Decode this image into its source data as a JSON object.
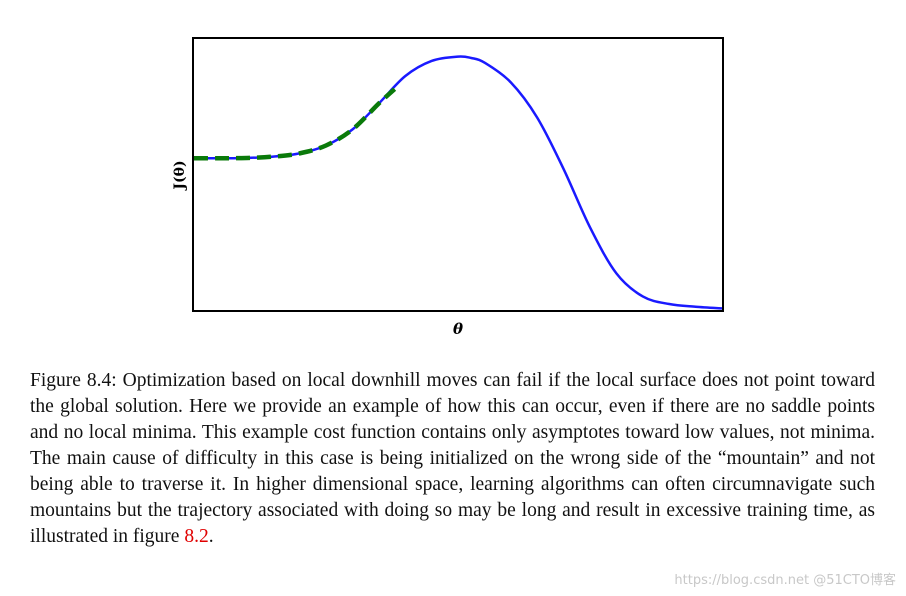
{
  "chart_data": {
    "type": "line",
    "xlabel": "θ",
    "ylabel": "J(θ)",
    "grid": false,
    "legend": "none",
    "xlim": [
      0,
      1
    ],
    "ylim": [
      0,
      1
    ],
    "series": [
      {
        "color": "#1a1aff",
        "style": "solid",
        "x": [
          0.0,
          0.05,
          0.1,
          0.15,
          0.2,
          0.25,
          0.3,
          0.35,
          0.4,
          0.45,
          0.5,
          0.525,
          0.55,
          0.6,
          0.65,
          0.7,
          0.75,
          0.8,
          0.85,
          0.9,
          0.95,
          1.0
        ],
        "y": [
          0.56,
          0.56,
          0.561,
          0.566,
          0.578,
          0.607,
          0.666,
          0.762,
          0.863,
          0.919,
          0.935,
          0.93,
          0.913,
          0.84,
          0.71,
          0.52,
          0.305,
          0.135,
          0.05,
          0.022,
          0.012,
          0.006
        ]
      },
      {
        "color": "#0a7a0a",
        "style": "dashed",
        "x": [
          0.0,
          0.05,
          0.1,
          0.15,
          0.2,
          0.25,
          0.3,
          0.35,
          0.38
        ],
        "y": [
          0.56,
          0.56,
          0.561,
          0.566,
          0.578,
          0.607,
          0.666,
          0.762,
          0.815
        ]
      }
    ]
  },
  "caption": {
    "text": "Figure 8.4: Optimization based on local downhill moves can fail if the local surface does not point toward the global solution. Here we provide an example of how this can occur, even if there are no saddle points and no local minima. This example cost function contains only asymptotes toward low values, not minima. The main cause of difficulty in this case is being initialized on the wrong side of the “mountain” and not being able to traverse it. In higher dimensional space, learning algorithms can often circumnavigate such mountains but the trajectory associated with doing so may be long and result in excessive training time, as illustrated in figure ",
    "ref": "8.2",
    "end": "."
  },
  "watermark": "https://blog.csdn.net @51CTO博客"
}
